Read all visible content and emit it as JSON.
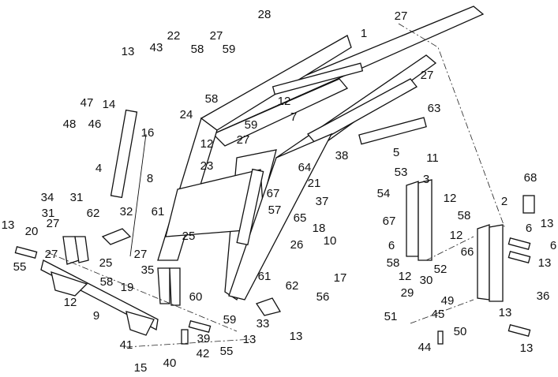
{
  "diagram": {
    "type": "exploded parts diagram",
    "callouts": [
      "28",
      "1",
      "27",
      "27",
      "13",
      "43",
      "22",
      "27",
      "58",
      "59",
      "58",
      "24",
      "12",
      "7",
      "63",
      "47",
      "14",
      "48",
      "46",
      "16",
      "59",
      "12",
      "27",
      "38",
      "5",
      "11",
      "23",
      "64",
      "21",
      "53",
      "3",
      "68",
      "4",
      "8",
      "37",
      "34",
      "31",
      "12",
      "54",
      "31",
      "62",
      "67",
      "67",
      "2",
      "57",
      "65",
      "61",
      "13",
      "27",
      "32",
      "58",
      "13",
      "6",
      "12",
      "6",
      "20",
      "18",
      "25",
      "26",
      "10",
      "6",
      "13",
      "66",
      "27",
      "25",
      "27",
      "58",
      "52",
      "55",
      "35",
      "61",
      "17",
      "62",
      "12",
      "30",
      "49",
      "58",
      "19",
      "60",
      "29",
      "56",
      "36",
      "12",
      "9",
      "51",
      "45",
      "13",
      "59",
      "33",
      "13",
      "39",
      "41",
      "13",
      "50",
      "13",
      "55",
      "42",
      "40",
      "15",
      "44"
    ]
  }
}
